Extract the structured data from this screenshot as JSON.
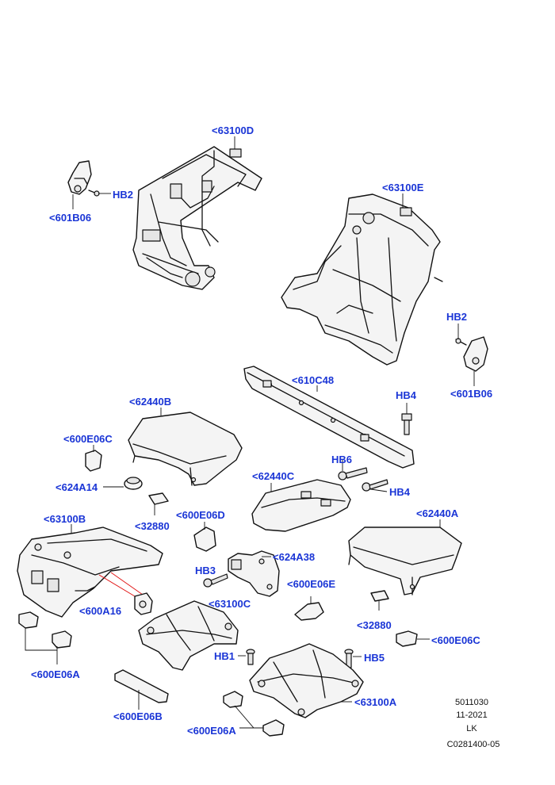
{
  "labels": {
    "l_63100D": "<63100D",
    "l_hb2_top": "HB2",
    "l_601B06_top": "<601B06",
    "l_63100E": "<63100E",
    "l_hb2_right": "HB2",
    "l_601B06_right": "<601B06",
    "l_610C48": "<610C48",
    "l_hb4_top": "HB4",
    "l_62440B": "<62440B",
    "l_600E06C_left": "<600E06C",
    "l_624A14": "<624A14",
    "l_32880_left": "<32880",
    "l_600E06D": "<600E06D",
    "l_hb6": "HB6",
    "l_62440C": "<62440C",
    "l_hb4_bottom": "HB4",
    "l_62440A": "<62440A",
    "l_63100B": "<63100B",
    "l_624A38": "<624A38",
    "l_hb3": "HB3",
    "l_600E06E": "<600E06E",
    "l_600A16": "<600A16",
    "l_63100C": "<63100C",
    "l_32880_right": "<32880",
    "l_600E06C_right": "<600E06C",
    "l_hb1": "HB1",
    "l_hb5": "HB5",
    "l_600E06A_left": "<600E06A",
    "l_600E06B": "<600E06B",
    "l_63100A": "<63100A",
    "l_600E06A_bottom": "<600E06A"
  },
  "meta": {
    "code": "5011030",
    "date": "11-2021",
    "initials": "LK",
    "ref": "C0281400-05"
  },
  "colors": {
    "label": "#1a35d6",
    "outline": "#111111",
    "highlight": "#e01010"
  }
}
